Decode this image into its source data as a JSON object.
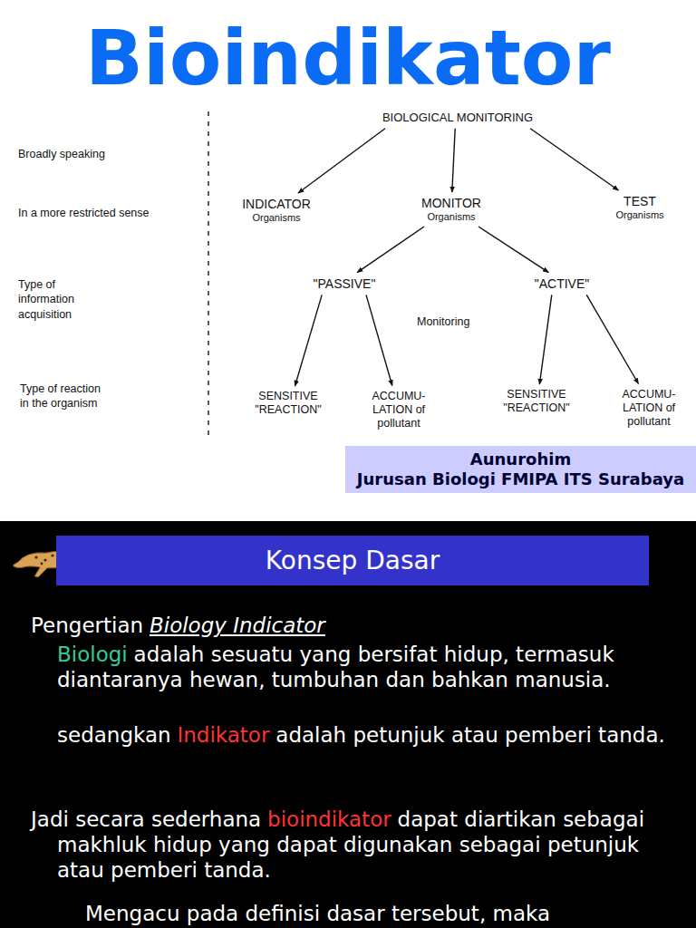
{
  "diagram": {
    "title": "Bioindikator",
    "nodes": [
      {
        "text": [
          "BIOLOGICAL MONITORING"
        ]
      },
      {
        "text": [
          "INDICATOR",
          "Organisms"
        ]
      },
      {
        "text": [
          "MONITOR",
          "Organisms"
        ]
      },
      {
        "text": [
          "TEST",
          "Organisms"
        ]
      },
      {
        "text": [
          "\"PASSIVE\""
        ]
      },
      {
        "text": [
          "\"ACTIVE\""
        ]
      },
      {
        "text": [
          "SENSITIVE \"REACTION\""
        ]
      },
      {
        "text": [
          "ACCUMU- LATION of pollutant"
        ]
      },
      {
        "text": [
          "SENSITIVE \"REACTION\""
        ]
      },
      {
        "text": [
          "ACCUMU- LATION of pollutant"
        ]
      },
      {
        "text": [
          "Aunurohim",
          "Jurusan Biologi FMIPA ITS Surabaya"
        ]
      },
      {
        "text": [
          "Konsep Dasar"
        ]
      }
    ],
    "edges": [
      {
        "from": 0,
        "to": 1,
        "arrow": "to"
      },
      {
        "from": 0,
        "to": 2,
        "arrow": "to"
      },
      {
        "from": 0,
        "to": 3,
        "arrow": "to"
      },
      {
        "from": 2,
        "to": 4,
        "arrow": "to"
      },
      {
        "from": 2,
        "to": 5,
        "arrow": "to"
      },
      {
        "from": 4,
        "to": 6,
        "arrow": "to"
      },
      {
        "from": 4,
        "to": 7,
        "arrow": "to"
      },
      {
        "from": 5,
        "to": 8,
        "arrow": "to"
      },
      {
        "from": 5,
        "to": 9,
        "arrow": "to"
      }
    ],
    "labels": [
      "Broadly speaking",
      "In a more restricted sense",
      "Type of information acquisition",
      "Type of reaction in the organism",
      "Monitoring",
      "Pengertian",
      "Biology Indicator",
      "Biologi",
      "adalah sesuatu yang bersifat hidup, termasuk diantaranya hewan, tumbuhan dan bahkan manusia.",
      "sedangkan",
      "Indikator",
      "adalah petunjuk atau pemberi tanda.",
      "Jadi secara sederhana",
      "bioindikator",
      "dapat diartikan sebagai makhluk hidup yang dapat digunakan sebagai petunjuk atau pemberi tanda.",
      "Mengacu pada definisi dasar tersebut, maka"
    ]
  }
}
